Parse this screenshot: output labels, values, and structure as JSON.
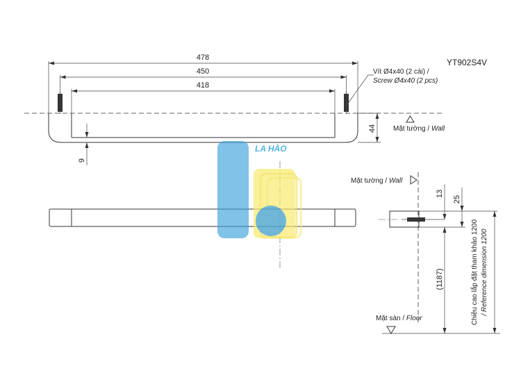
{
  "model": "YT902S4V",
  "dimensions": {
    "overall_width": "478",
    "mount_width": "450",
    "inner_width": "418",
    "depth": "44",
    "offset_bottom": "9",
    "height_13": "13",
    "height_25": "25",
    "floor_height": "(1187)"
  },
  "labels": {
    "screw_vi": "Vít Ø4x40 (2 cái) /",
    "screw_en": "Screw Ø4x40 (2 pcs)",
    "wall_top_vi": "Mặt tường / ",
    "wall_top_en": "Wall",
    "wall_side_vi": "Mặt tường / ",
    "wall_side_en": "Wall",
    "floor_vi": "Mặt sàn / ",
    "floor_en": "Floor",
    "ref_height_vi": "Chiều cao lắp đặt tham khảo 1200",
    "ref_height_en": "/ Reference dimension 1200"
  },
  "watermark": {
    "text": "LA HÀO",
    "color_blue": "#3aa0dc",
    "color_yellow": "#f7ea6b"
  }
}
